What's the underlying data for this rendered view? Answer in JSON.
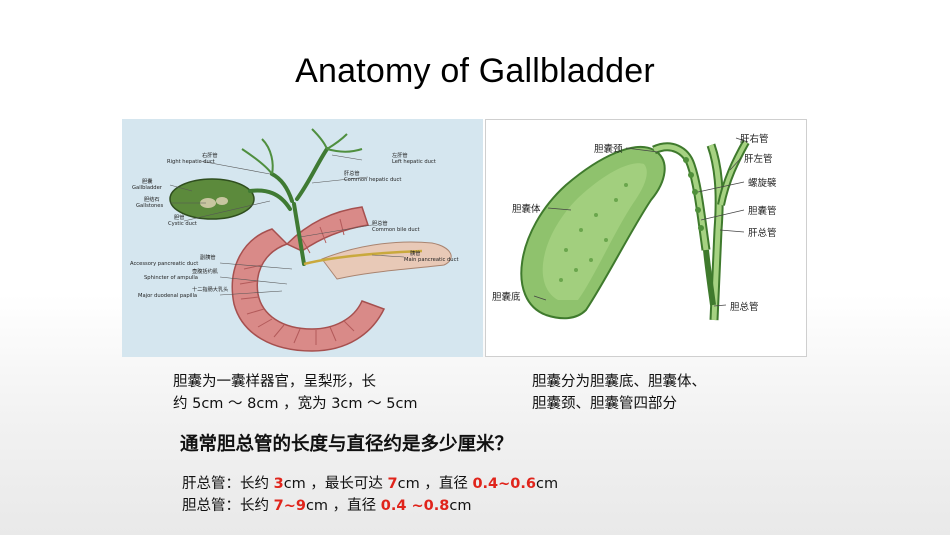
{
  "title": "Anatomy of Gallbladder",
  "left_diagram": {
    "labels": [
      {
        "cn": "右肝管",
        "en": "Right hepatic duct"
      },
      {
        "cn": "胆囊",
        "en": "Gallbladder"
      },
      {
        "cn": "胆结石",
        "en": "Gallstones"
      },
      {
        "cn": "胆管",
        "en": "Cystic duct"
      },
      {
        "cn": "副胰管",
        "en": "Accessory pancreatic duct"
      },
      {
        "cn": "壶腹括约肌",
        "en": "Sphincter of ampulla"
      },
      {
        "cn": "十二指肠大乳头",
        "en": "Major duodenal papilla"
      },
      {
        "cn": "左肝管",
        "en": "Left hepatic duct"
      },
      {
        "cn": "肝总管",
        "en": "Common hepatic duct"
      },
      {
        "cn": "胆总管",
        "en": "Common bile duct"
      },
      {
        "cn": "胰管",
        "en": "Main pancreatic duct"
      }
    ]
  },
  "right_diagram": {
    "labels": [
      "胆囊颈",
      "肝右管",
      "肝左管",
      "螺旋襞",
      "胆囊体",
      "胆囊管",
      "肝总管",
      "胆囊底",
      "胆总管"
    ]
  },
  "para_left": {
    "line1": "胆囊为一囊样器官，呈梨形，长",
    "line2": "约 5cm ～ 8cm ，宽为 3cm ～ 5cm"
  },
  "para_right": {
    "line1": "胆囊分为胆囊底、胆囊体、",
    "line2": "胆囊颈、胆囊管四部分"
  },
  "question": "通常胆总管的长度与直径约是多少厘米？",
  "answer1": {
    "prefix": "肝总管：长约 ",
    "len": "3",
    "mid1": "cm ，最长可达 ",
    "max": "7",
    "mid2": "cm ，直径 ",
    "dia": "0.4~0.6",
    "suffix": "cm"
  },
  "answer2": {
    "prefix": "胆总管：长约 ",
    "len": "7~9",
    "mid": "cm ，直径 ",
    "dia": "0.4 ~0.8",
    "suffix": "cm"
  }
}
